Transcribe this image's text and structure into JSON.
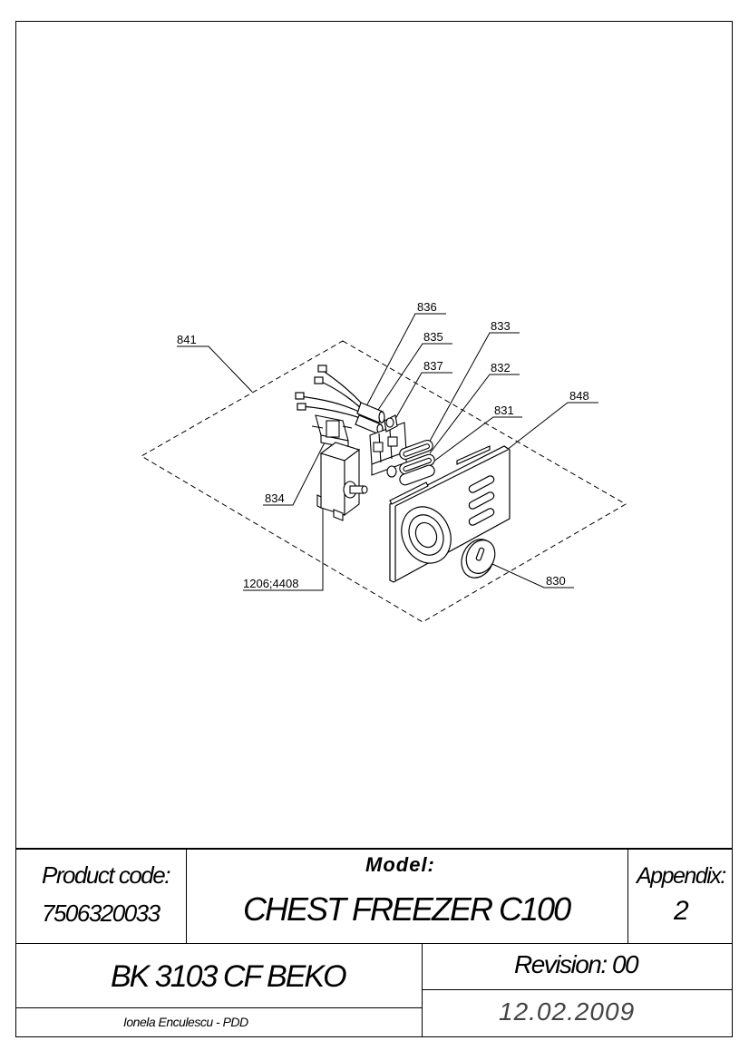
{
  "callouts": {
    "c836": "836",
    "c835": "835",
    "c837": "837",
    "c833": "833",
    "c832": "832",
    "c841": "841",
    "c831": "831",
    "c848": "848",
    "c834": "834",
    "c830": "830",
    "c1206": "1206;4408"
  },
  "title_block": {
    "product_code_label": "Product code:",
    "product_code": "7506320033",
    "model_label": "Model:",
    "model_name": "CHEST FREEZER C100",
    "appendix_label": "Appendix:",
    "appendix_number": "2",
    "brand_model": "BK 3103 CF BEKO",
    "revision": "Revision: 00",
    "author": "Ionela Enculescu - PDD",
    "date": "12.02.2009"
  }
}
